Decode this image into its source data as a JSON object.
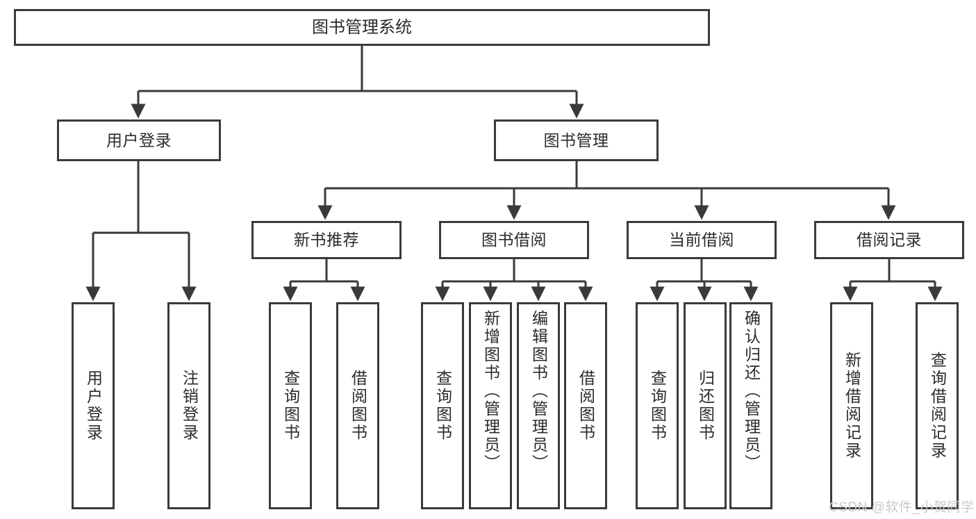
{
  "diagram": {
    "type": "tree-hierarchy",
    "title": "图书管理系统",
    "orientation": "top-down",
    "colors": {
      "background": "#ffffff",
      "border": "#3a3a3a",
      "text": "#2b2b2b",
      "connector": "#3a3a3a",
      "watermark": "#c9c9c9"
    },
    "levels": {
      "root": {
        "label": "图书管理系统"
      },
      "level1": [
        {
          "label": "用户登录"
        },
        {
          "label": "图书管理"
        }
      ],
      "level2": [
        {
          "label": "新书推荐"
        },
        {
          "label": "图书借阅"
        },
        {
          "label": "当前借阅"
        },
        {
          "label": "借阅记录"
        }
      ],
      "leaves": {
        "user_login": [
          {
            "label": "用户登录"
          },
          {
            "label": "注销登录"
          }
        ],
        "new_book_recommend": [
          {
            "label": "查询图书"
          },
          {
            "label": "借阅图书"
          }
        ],
        "book_borrow": [
          {
            "label": "查询图书"
          },
          {
            "label": "新增图书（管理员）"
          },
          {
            "label": "编辑图书（管理员）"
          },
          {
            "label": "借阅图书"
          }
        ],
        "current_borrow": [
          {
            "label": "查询图书"
          },
          {
            "label": "归还图书"
          },
          {
            "label": "确认归还（管理员）"
          }
        ],
        "borrow_record": [
          {
            "label": "新增借阅记录"
          },
          {
            "label": "查询借阅记录"
          }
        ]
      }
    }
  },
  "watermark": {
    "text": "CSDN @软件_小贺同学"
  }
}
